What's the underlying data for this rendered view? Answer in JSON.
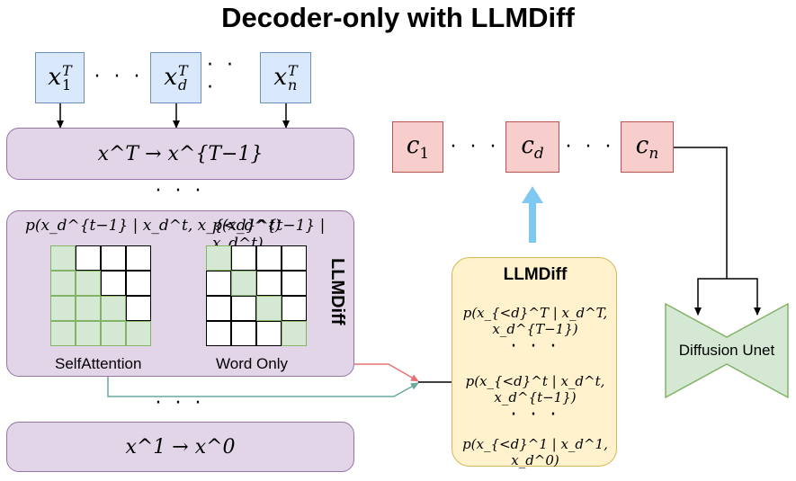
{
  "title": "Decoder-only with LLMDiff",
  "inputs": {
    "x1": "x",
    "xd": "x",
    "xn": "x",
    "sup": "T",
    "sub1": "1",
    "subd": "d",
    "subn": "n",
    "dots": "· · ·"
  },
  "top_bar": {
    "text": "x^T → x^{T−1}"
  },
  "middle_dots": "· · ·",
  "llm_block": {
    "side_label": "LLMDiff",
    "left_formula": "p(x_d^{t−1} | x_d^t, x_{<d}^t)",
    "right_formula": "p(x_d^{t−1} | x_d^t)",
    "left_caption": "SelfAttention",
    "right_caption": "Word Only",
    "left_grid": [
      [
        1,
        0,
        0,
        0
      ],
      [
        1,
        1,
        0,
        0
      ],
      [
        1,
        1,
        1,
        0
      ],
      [
        1,
        1,
        1,
        1
      ]
    ],
    "right_grid": [
      [
        1,
        0,
        0,
        0
      ],
      [
        0,
        1,
        0,
        0
      ],
      [
        0,
        0,
        1,
        0
      ],
      [
        0,
        0,
        0,
        1
      ]
    ]
  },
  "lower_dots": "· · ·",
  "bottom_bar": {
    "text": "x^1 → x^0"
  },
  "c_row": {
    "c1": "c",
    "cd": "c",
    "cn": "c",
    "sub1": "1",
    "subd": "d",
    "subn": "n",
    "dots": "· · ·"
  },
  "llmdiff_box": {
    "title": "LLMDiff",
    "formulas": [
      "p(x_{<d}^T | x_d^T, x_d^{T−1})",
      "· · ·",
      "p(x_{<d}^t | x_d^t, x_d^{t−1})",
      "· · ·",
      "p(x_{<d}^1 | x_d^1, x_d^0)"
    ]
  },
  "unet": {
    "label": "Diffusion Unet"
  },
  "colors": {
    "blue_fill": "#dae8fc",
    "blue_stroke": "#6c8ebf",
    "red_fill": "#f8cecc",
    "red_stroke": "#b85450",
    "purple_fill": "#e1d5e7",
    "purple_stroke": "#9673a6",
    "yellow_fill": "#fff2cc",
    "yellow_stroke": "#d6b656",
    "green_fill": "#d5e8d4",
    "green_stroke": "#82b366",
    "arrow_blue": "#7ec8f2",
    "arrow_red": "#e57373",
    "arrow_teal": "#67ab9f"
  }
}
